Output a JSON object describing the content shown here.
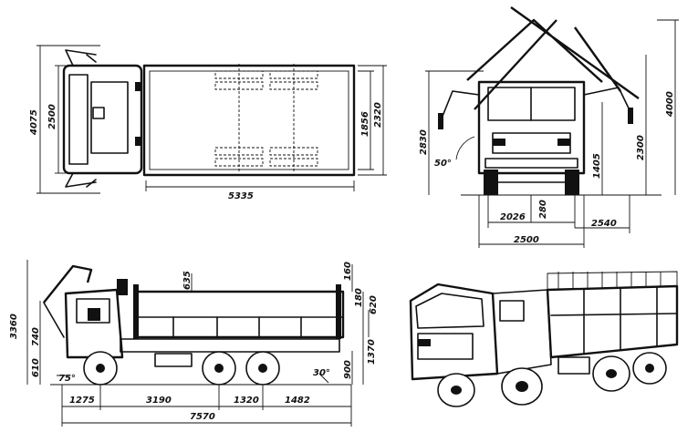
{
  "top_view": {
    "width_total": "4075",
    "width_cab": "2500",
    "length_platform": "5335",
    "platform_outer_width": "2320",
    "platform_inner_width": "1856"
  },
  "front_view": {
    "height_cab": "2830",
    "tipping_angle": "50°",
    "height_platform": "1405",
    "height_tipped": "2300",
    "height_max": "4000",
    "track": "2026",
    "ground_clearance": "280",
    "width_mirrors": "2540",
    "width_total": "2500"
  },
  "side_view": {
    "height_cab_raised": "3360",
    "height_cab_base": "740",
    "height_frame": "610",
    "approach_angle": "75°",
    "departure_angle": "30°",
    "board_top": "635",
    "board_top_right": "160",
    "board_mid": "180",
    "board_side": "620",
    "platform_height": "1370",
    "rear_overhang_height": "900",
    "front_overhang": "1275",
    "wheelbase_front": "3190",
    "bogie": "1320",
    "rear_overhang": "1482",
    "length_total": "7570"
  }
}
